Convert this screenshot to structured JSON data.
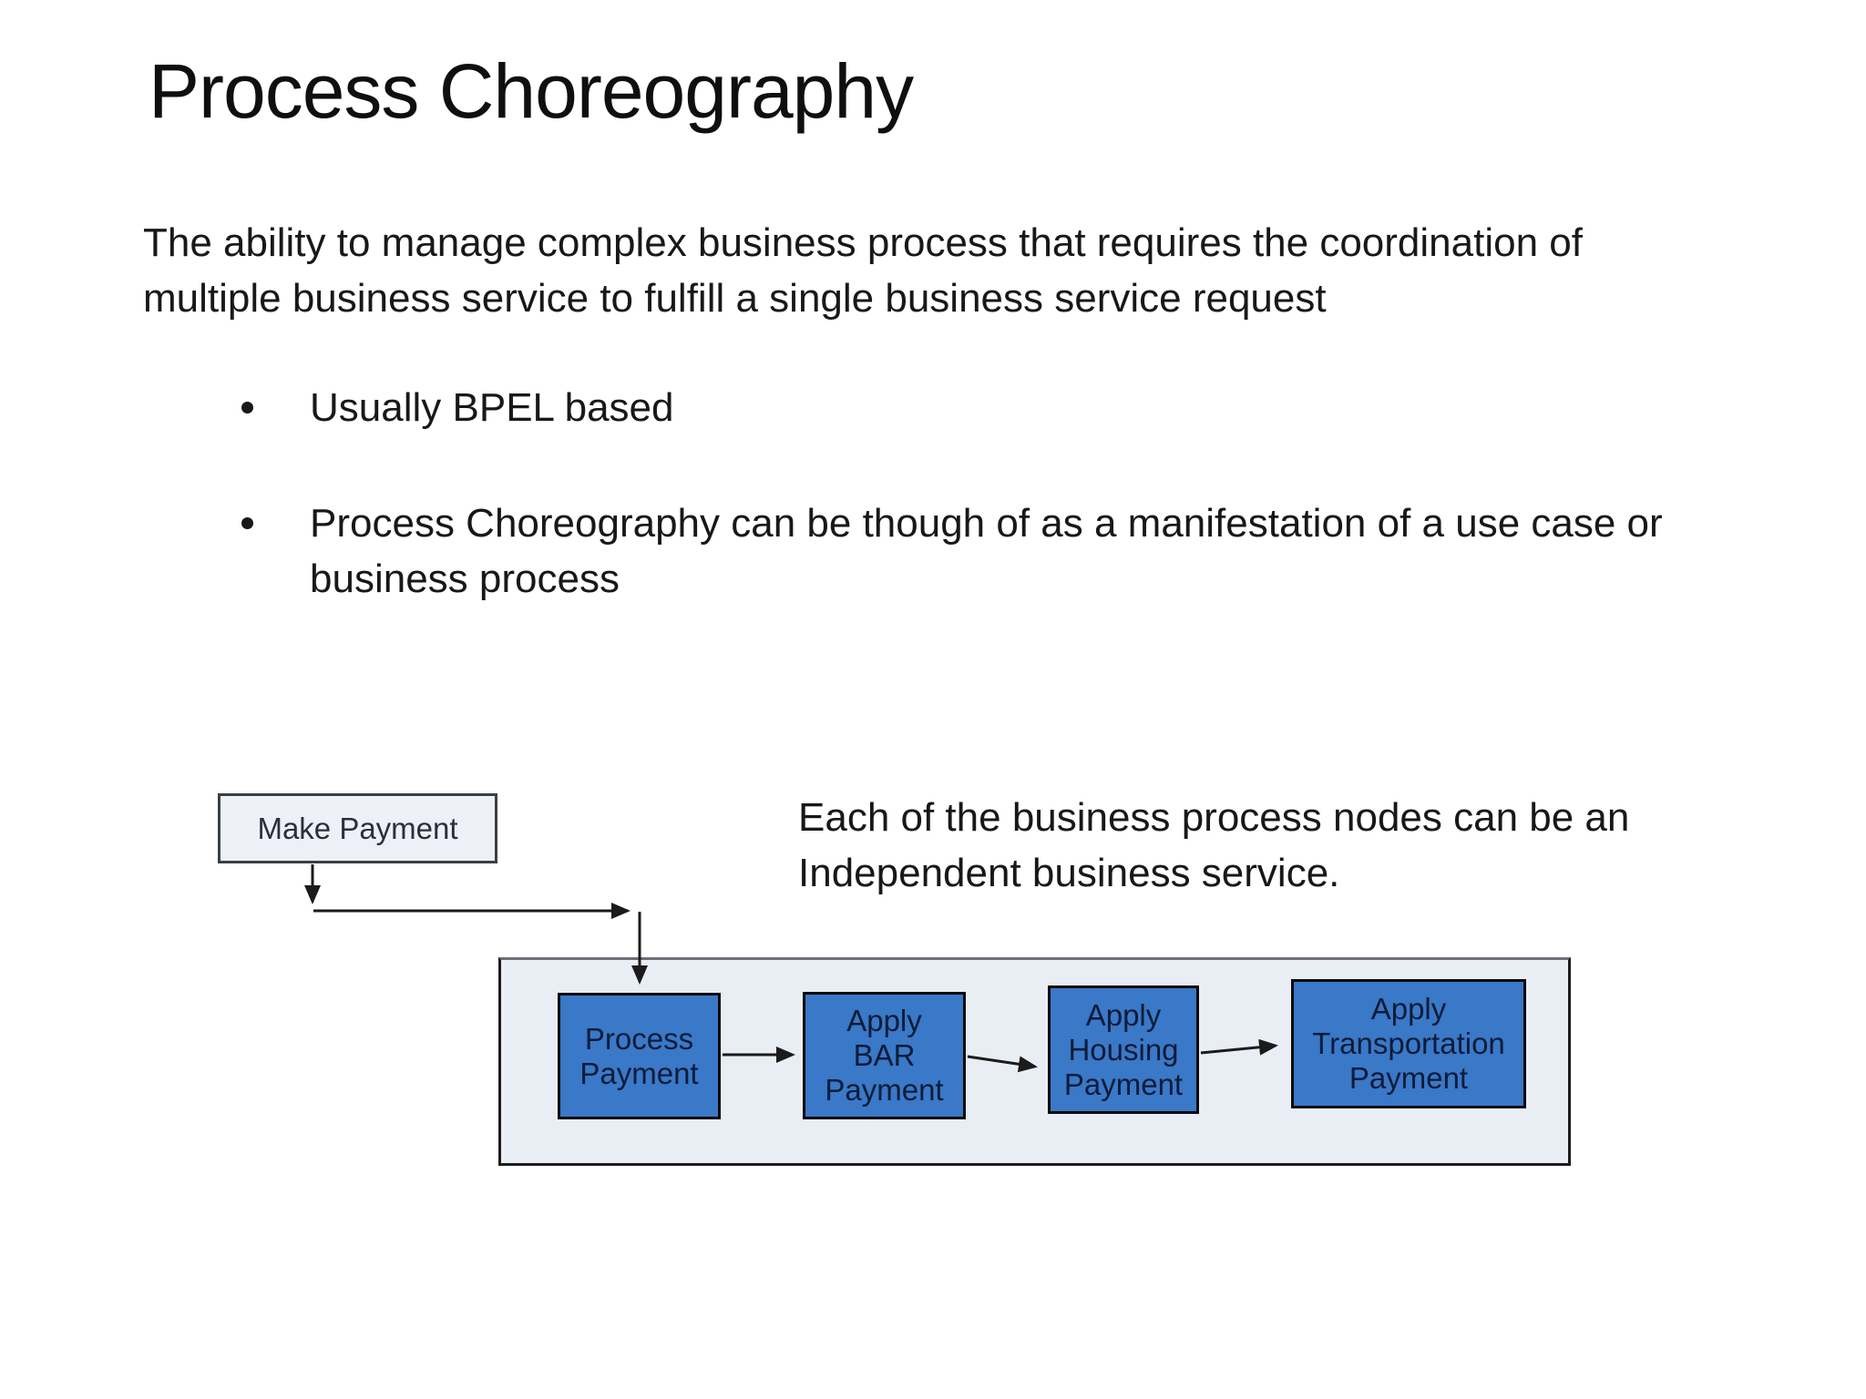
{
  "colors": {
    "background": "#ffffff",
    "title_text": "#0f0f0f",
    "body_text": "#181818",
    "start_fill": "#EEF0F8",
    "start_border": "#3a3f47",
    "start_text": "#2b3038",
    "container_fill": "#E9EDF4",
    "container_border": "#1c1c1c",
    "node_fill": "#3A78C8",
    "node_border": "#0a0a0a",
    "node_text": "#0d1c38",
    "arrow": "#1b1b1b"
  },
  "slide": {
    "title": "Process Choreography",
    "bullet_char": "•",
    "intro_lines": [
      "The ability to manage complex business process that requires the coordination of",
      "multiple business service to fulfill a single business service request"
    ],
    "bullets": [
      {
        "lines": [
          "Usually BPEL based"
        ]
      },
      {
        "lines": [
          "Process Choreography can be though of as a manifestation of a use case or",
          "business process"
        ]
      }
    ],
    "note_lines": [
      "Each of the business process nodes can be an",
      "Independent business service."
    ]
  },
  "diagram": {
    "start_node": {
      "label": "Make Payment"
    },
    "process_nodes": [
      {
        "id": "process-payment",
        "lines": [
          "Process",
          "Payment"
        ]
      },
      {
        "id": "apply-bar-payment",
        "lines": [
          "Apply",
          "BAR",
          "Payment"
        ]
      },
      {
        "id": "apply-housing-payment",
        "lines": [
          "Apply",
          "Housing",
          "Payment"
        ]
      },
      {
        "id": "apply-transportation-payment",
        "lines": [
          "Apply",
          "Transportation",
          "Payment"
        ]
      }
    ]
  }
}
